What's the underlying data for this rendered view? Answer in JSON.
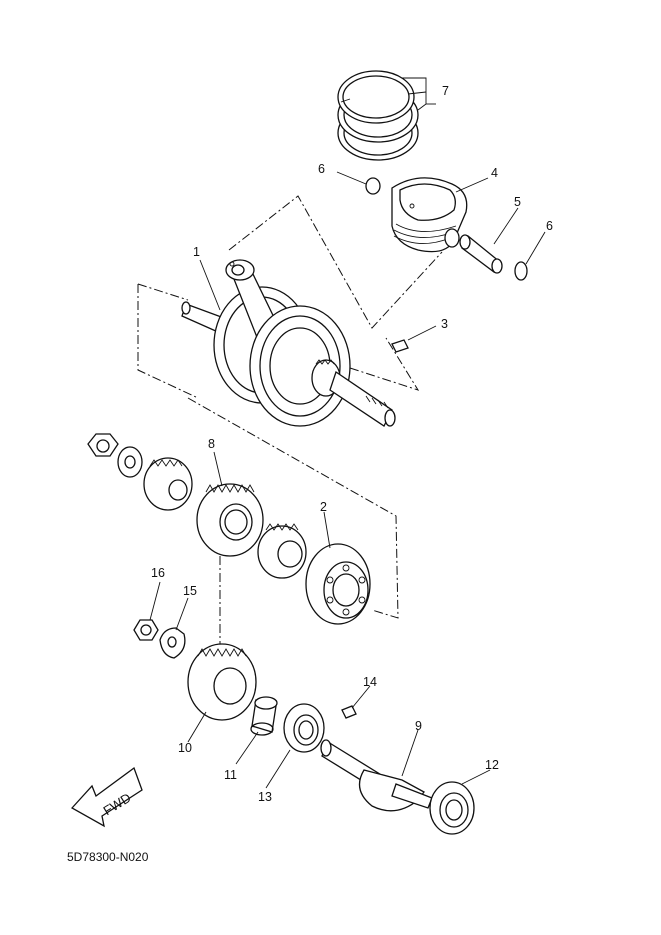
{
  "diagram": {
    "parts": [
      {
        "id": "1",
        "label": "1"
      },
      {
        "id": "2",
        "label": "2"
      },
      {
        "id": "3",
        "label": "3"
      },
      {
        "id": "4",
        "label": "4"
      },
      {
        "id": "5",
        "label": "5"
      },
      {
        "id": "6a",
        "label": "6"
      },
      {
        "id": "6b",
        "label": "6"
      },
      {
        "id": "7",
        "label": "7"
      },
      {
        "id": "8",
        "label": "8"
      },
      {
        "id": "9",
        "label": "9"
      },
      {
        "id": "10",
        "label": "10"
      },
      {
        "id": "11",
        "label": "11"
      },
      {
        "id": "12",
        "label": "12"
      },
      {
        "id": "13",
        "label": "13"
      },
      {
        "id": "14",
        "label": "14"
      },
      {
        "id": "15",
        "label": "15"
      },
      {
        "id": "16",
        "label": "16"
      }
    ],
    "direction_arrow": "FWD",
    "diagram_code": "5D78300-N020"
  }
}
